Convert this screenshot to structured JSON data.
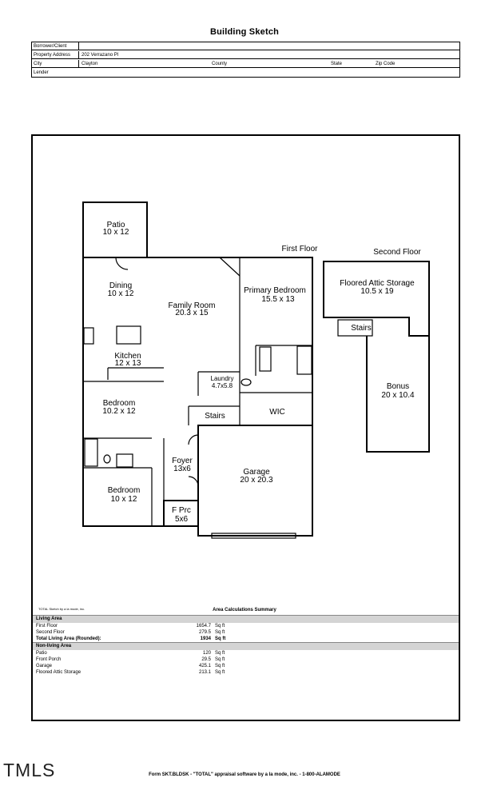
{
  "title": "Building Sketch",
  "info": {
    "borrower_label": "Borrower/Client",
    "property_label": "Property Address",
    "property_value": "202 Verrazano Pl",
    "city_label": "City",
    "city_value": "Clayton",
    "county_label": "County",
    "state_label": "State",
    "zip_label": "Zip Code",
    "lender_label": "Lender"
  },
  "sketch": {
    "first_floor_label": "First Floor",
    "second_floor_label": "Second Floor",
    "rooms": {
      "patio": [
        "Patio",
        "10 x 12"
      ],
      "dining": [
        "Dining",
        "10 x 12"
      ],
      "family": [
        "Family Room",
        "20.3 x 15"
      ],
      "primary": [
        "Primary Bedroom",
        "15.5 x 13"
      ],
      "kitchen": [
        "Kitchen",
        "12 x 13"
      ],
      "laundry": [
        "Laundry",
        "4.7x5.8"
      ],
      "bedroom1": [
        "Bedroom",
        "10.2 x 12"
      ],
      "stairs1": [
        "Stairs"
      ],
      "wic": [
        "WIC"
      ],
      "foyer": [
        "Foyer",
        "13x6"
      ],
      "garage": [
        "Garage",
        "20 x 20.3"
      ],
      "bedroom2": [
        "Bedroom",
        "10 x 12"
      ],
      "fprc": [
        "F Prc",
        "5x6"
      ],
      "attic": [
        "Floored Attic Storage",
        "10.5 x 19"
      ],
      "stairs2": [
        "Stairs"
      ],
      "bonus": [
        "Bonus",
        "20 x 10.4"
      ]
    }
  },
  "credit": "TOTAL Sketch by a la mode, inc.",
  "summary": {
    "title": "Area Calculations Summary",
    "living_header": "Living Area",
    "living": [
      {
        "label": "First Floor",
        "value": "1654.7",
        "unit": "Sq ft"
      },
      {
        "label": "Second Floor",
        "value": "279.5",
        "unit": "Sq ft"
      }
    ],
    "total": {
      "label": "Total Living Area (Rounded):",
      "value": "1934",
      "unit": "Sq ft"
    },
    "nonliving_header": "Non-living Area",
    "nonliving": [
      {
        "label": "Patio",
        "value": "120",
        "unit": "Sq ft"
      },
      {
        "label": "Front Porch",
        "value": "29.5",
        "unit": "Sq ft"
      },
      {
        "label": "Garage",
        "value": "425.1",
        "unit": "Sq ft"
      },
      {
        "label": "Floored Attic Storage",
        "value": "213.1",
        "unit": "Sq ft"
      }
    ]
  },
  "logo": "TMLS",
  "footer": "Form SKT.BLDSK - \"TOTAL\" appraisal software by a la mode, inc. - 1-800-ALAMODE"
}
